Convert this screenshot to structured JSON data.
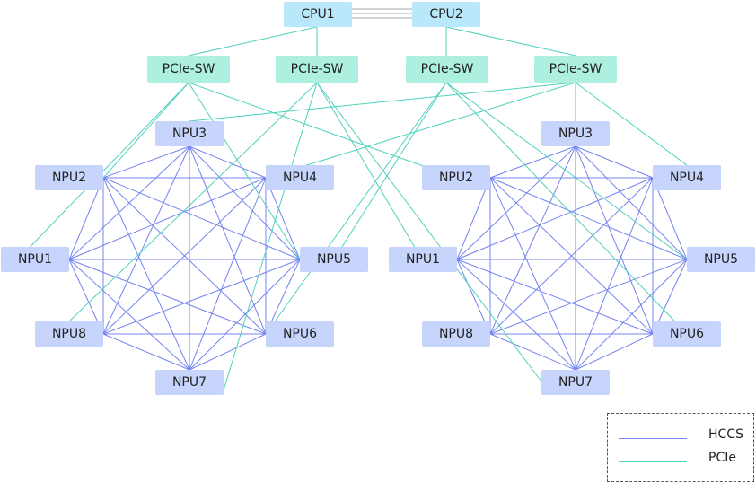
{
  "colors": {
    "hccs": "#7484f0",
    "pcie": "#4fd1bd",
    "cpu_link": "#aaaaaa"
  },
  "cpus": [
    "CPU1",
    "CPU2"
  ],
  "switch_label": "PCIe-SW",
  "switches": [
    "PCIe-SW",
    "PCIe-SW",
    "PCIe-SW",
    "PCIe-SW"
  ],
  "npu_groups": [
    {
      "npus": [
        "NPU1",
        "NPU2",
        "NPU3",
        "NPU4",
        "NPU5",
        "NPU6",
        "NPU7",
        "NPU8"
      ]
    },
    {
      "npus": [
        "NPU1",
        "NPU2",
        "NPU3",
        "NPU4",
        "NPU5",
        "NPU6",
        "NPU7",
        "NPU8"
      ]
    }
  ],
  "legend": {
    "hccs_label": "HCCS",
    "pcie_label": "PCIe"
  }
}
